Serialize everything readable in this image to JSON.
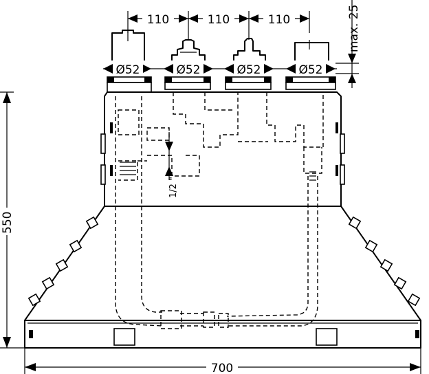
{
  "dimensions": {
    "spacing": [
      "110",
      "110",
      "110"
    ],
    "max_projection": "max. 25",
    "diameters": [
      "Ø52",
      "Ø52",
      "Ø52",
      "Ø52"
    ],
    "height": "550",
    "width": "700",
    "thread": "1/2 \""
  }
}
